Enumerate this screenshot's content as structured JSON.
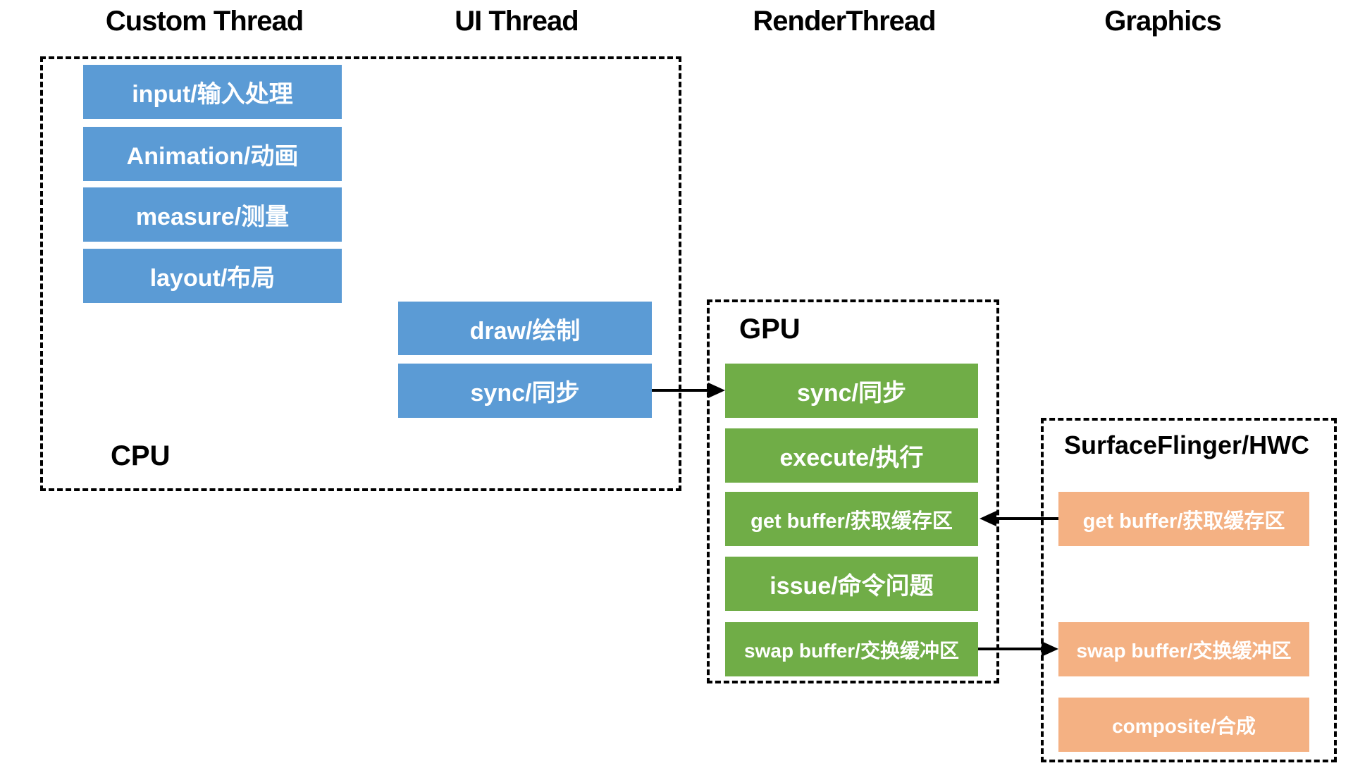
{
  "headers": {
    "custom_thread": "Custom Thread",
    "ui_thread": "UI Thread",
    "render_thread": "RenderThread",
    "graphics": "Graphics"
  },
  "cpu_group": {
    "label": "CPU",
    "custom_thread_steps": [
      "input/输入处理",
      "Animation/动画",
      "measure/测量",
      "layout/布局"
    ],
    "ui_thread_steps": [
      "draw/绘制",
      "sync/同步"
    ]
  },
  "gpu_group": {
    "label": "GPU",
    "steps": [
      "sync/同步",
      "execute/执行",
      "get buffer/获取缓存区",
      "issue/命令问题",
      "swap buffer/交换缓冲区"
    ]
  },
  "graphics_group": {
    "label": "SurfaceFlinger/HWC",
    "steps": [
      "get buffer/获取缓存区",
      "swap buffer/交换缓冲区",
      "composite/合成"
    ]
  },
  "flows": [
    {
      "from": "sync/同步 (UI Thread)",
      "to": "sync/同步 (GPU)",
      "direction": "right"
    },
    {
      "from": "get buffer/获取缓存区 (SurfaceFlinger/HWC)",
      "to": "get buffer/获取缓存区 (GPU)",
      "direction": "left"
    },
    {
      "from": "swap buffer/交换缓冲区 (GPU)",
      "to": "swap buffer/交换缓冲区 (SurfaceFlinger/HWC)",
      "direction": "right"
    }
  ],
  "colors": {
    "cpu_step": "#5B9BD5",
    "gpu_step": "#70AD47",
    "graphics_step": "#F4B183",
    "step_text": "#FFFFFF",
    "line": "#000000"
  }
}
